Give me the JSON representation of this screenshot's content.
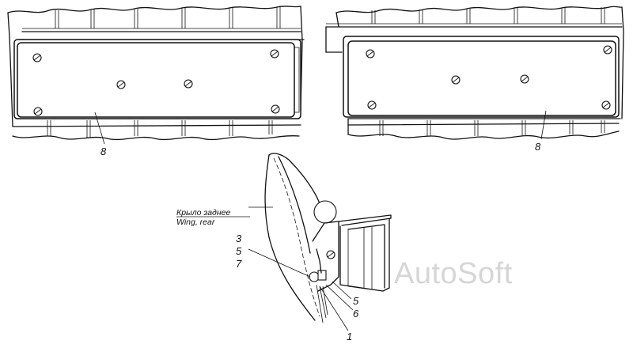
{
  "watermark": "AutoSoft",
  "callouts": {
    "left_panel": "8",
    "right_panel": "8",
    "c3": "3",
    "c5a": "5",
    "c7": "7",
    "c5b": "5",
    "c6": "6",
    "c1": "1"
  },
  "caption": {
    "ru": "Крыло заднее",
    "en": "Wing, rear"
  }
}
